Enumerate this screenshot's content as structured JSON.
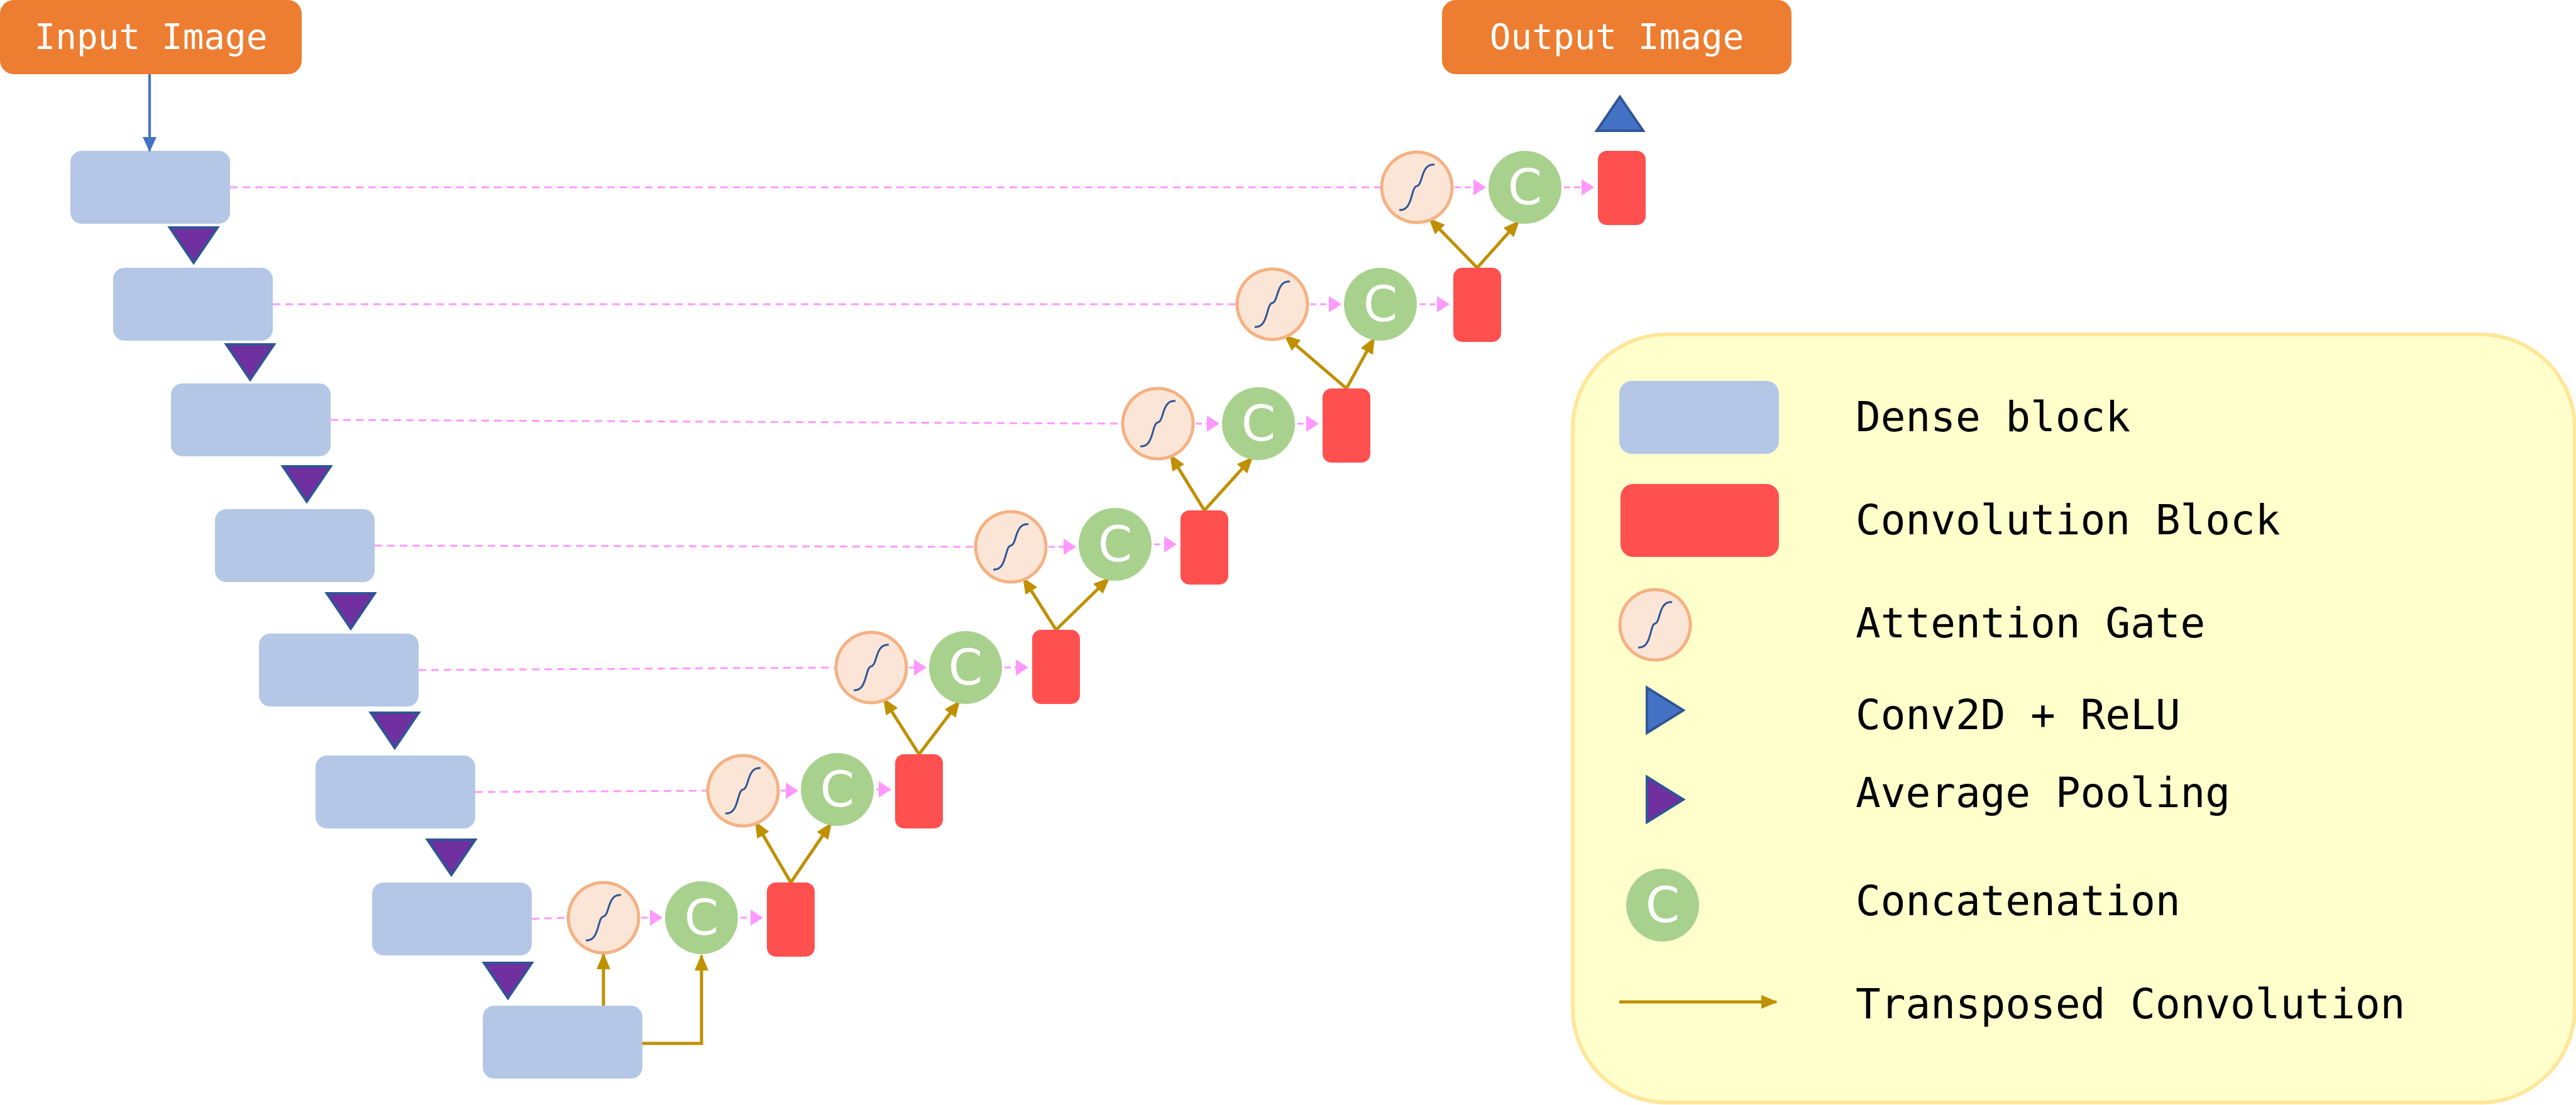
{
  "colors": {
    "dense_block": "#b4c7e7",
    "conv_block": "#ff5050",
    "attention_fill": "#fbe5d6",
    "attention_stroke": "#f4b183",
    "sigmoid_stroke": "#2f5597",
    "concat_fill": "#a9d18e",
    "conv2d_triangle": "#4472c4",
    "pooling_triangle": "#7030a0",
    "skip_line": "#ff99ff",
    "transposed_conv": "#bf9000",
    "input_arrow": "#4472c4",
    "io_box": "#ed7d31",
    "legend_bg": "#ffffcc",
    "legend_border": "#ffe699"
  },
  "labels": {
    "input_image": "Input Image",
    "output_image": "Output Image",
    "concat_letter": "C"
  },
  "legend": {
    "dense_block": "Dense block",
    "convolution_block": "Convolution Block",
    "attention_gate": "Attention Gate",
    "conv2d_relu": "Conv2D + ReLU",
    "average_pooling": "Average Pooling",
    "concatenation": "Concatenation",
    "transposed_convolution": "Transposed Convolution"
  },
  "encoder": {
    "dense_block_count": 8,
    "pooling_count": 7
  },
  "decoder": {
    "level_count": 7,
    "units_per_level": [
      "attention-gate",
      "concatenation",
      "convolution-block"
    ]
  }
}
